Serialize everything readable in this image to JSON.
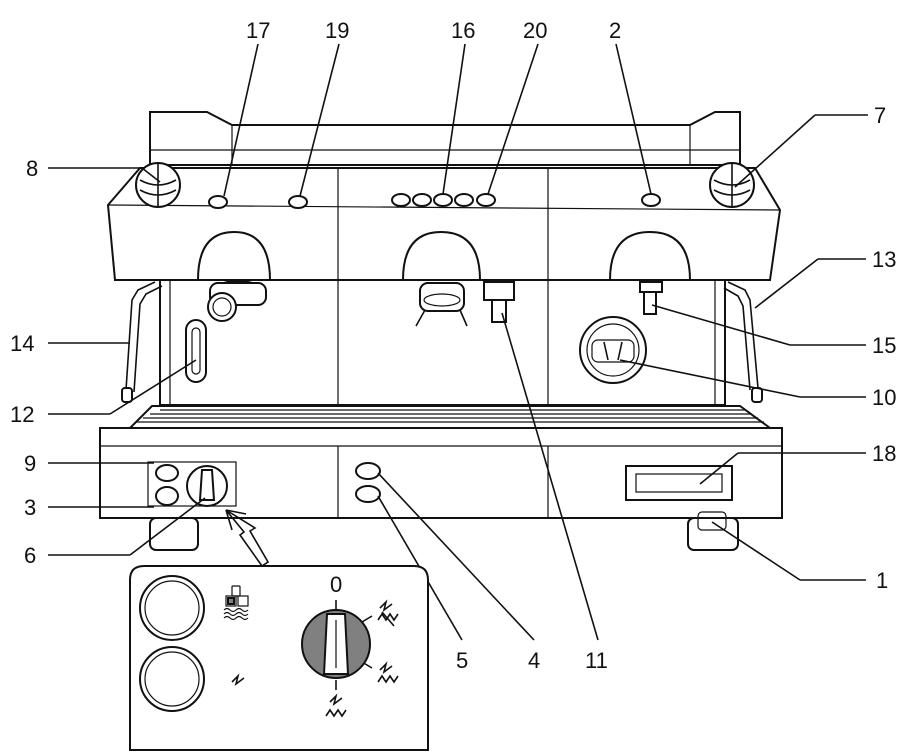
{
  "callouts": {
    "c1": "1",
    "c2": "2",
    "c3": "3",
    "c4": "4",
    "c5": "5",
    "c6": "6",
    "c7": "7",
    "c8": "8",
    "c9": "9",
    "c10": "10",
    "c11": "11",
    "c12": "12",
    "c13": "13",
    "c14": "14",
    "c15": "15",
    "c16": "16",
    "c17": "17",
    "c18": "18",
    "c19": "19",
    "c20": "20"
  },
  "inset": {
    "selector_zero_label": "0"
  },
  "icons": {
    "cups_heater": "cups-heating-icon",
    "power": "power-lightning-icon",
    "heating_low": "heating-resistance-icon",
    "heating_high": "heating-resistance-icon"
  }
}
